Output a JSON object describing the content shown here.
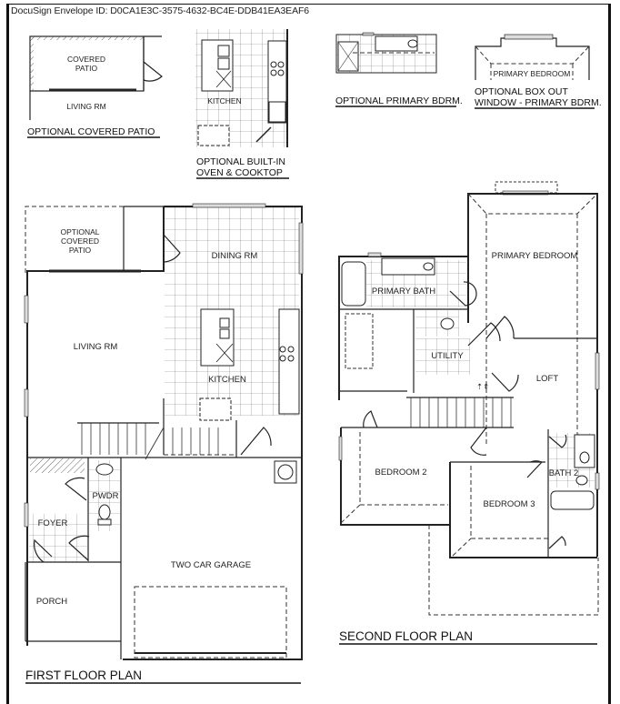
{
  "header": {
    "envelope_id": "DocuSign Envelope ID: D0CA1E3C-3575-4632-BC4E-DDB41EA3EAF6"
  },
  "options": {
    "covered_patio": {
      "caption": "OPTIONAL COVERED PATIO",
      "rooms": {
        "patio_line1": "COVERED",
        "patio_line2": "PATIO",
        "living": "LIVING RM"
      }
    },
    "oven_cooktop": {
      "caption_line1": "OPTIONAL BUILT-IN",
      "caption_line2": "OVEN & COOKTOP",
      "rooms": {
        "kitchen": "KITCHEN"
      }
    },
    "primary_bdrm": {
      "caption": "OPTIONAL PRIMARY BDRM."
    },
    "box_out": {
      "caption_line1": "OPTIONAL BOX OUT",
      "caption_line2": "WINDOW - PRIMARY BDRM.",
      "rooms": {
        "primary_bedroom": "PRIMARY BEDROOM"
      }
    }
  },
  "first_floor": {
    "title": "FIRST FLOOR PLAN",
    "rooms": {
      "optional_patio_l1": "OPTIONAL",
      "optional_patio_l2": "COVERED",
      "optional_patio_l3": "PATIO",
      "dining": "DINING RM",
      "living": "LIVING RM",
      "kitchen": "KITCHEN",
      "pwdr": "PWDR",
      "foyer": "FOYER",
      "garage": "TWO CAR GARAGE",
      "porch": "PORCH"
    }
  },
  "second_floor": {
    "title": "SECOND FLOOR PLAN",
    "rooms": {
      "primary_bedroom": "PRIMARY BEDROOM",
      "primary_bath": "PRIMARY BATH",
      "utility": "UTILITY",
      "loft": "LOFT",
      "bedroom2": "BEDROOM 2",
      "bedroom3": "BEDROOM 3",
      "bath2": "BATH 2"
    }
  }
}
